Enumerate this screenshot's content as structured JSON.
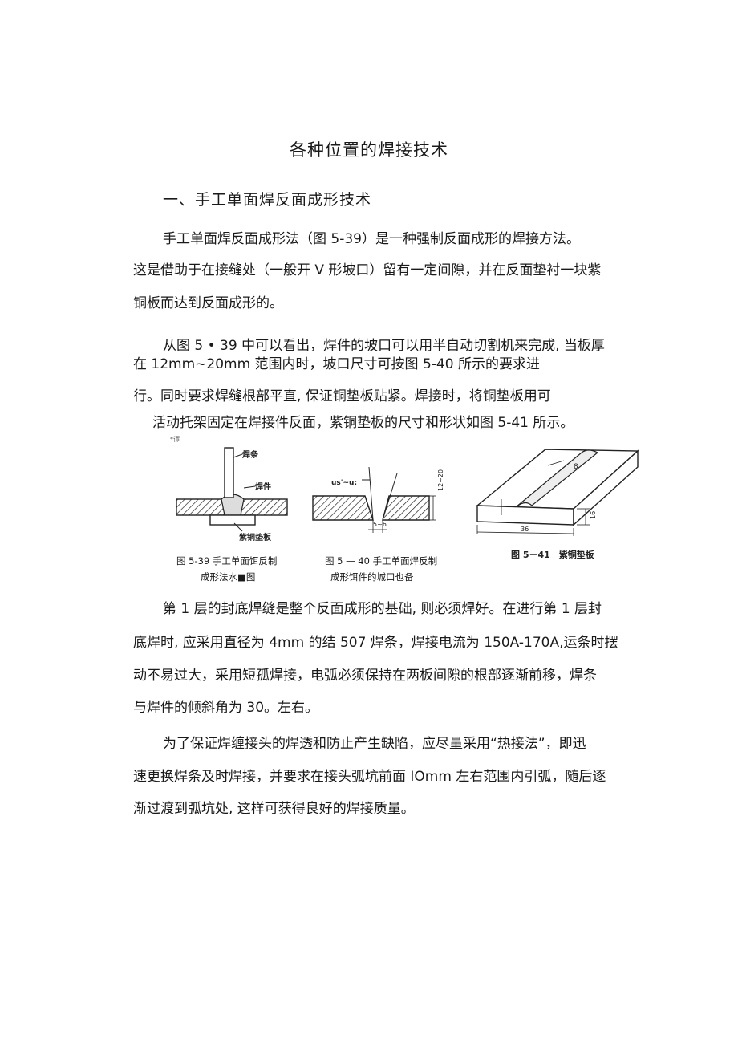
{
  "document": {
    "title": "各种位置的焊接技术",
    "section1_heading": "一、手工单面焊反面成形技术",
    "para1": [
      "手工单面焊反面成形法（图 5-39）是一种强制反面成形的焊接方法。",
      "这是借助于在接缝处（一般开 V 形坡口）留有一定间隙，并在反面垫衬一块紫",
      "铜板而达到反面成形的。"
    ],
    "para2": [
      "从图 5 • 39 中可以看出，焊件的坡口可以用半自动切割机来完成, 当板厚",
      "在 12mm~20mm 范围内时，坡口尺寸可按图 5-40 所示的要求进",
      "行。同时要求焊缝根部平直, 保证铜垫板贴紧。焊接时，将铜垫板用可",
      "活动托架固定在焊接件反面，紫铜垫板的尺寸和形状如图 5-41 所示。"
    ],
    "para3": [
      "第 1 层的封底焊缝是整个反面成形的基础, 则必须焊好。在进行第 1 层封",
      "底焊时, 应采用直径为 4mm 的结 507 焊条，焊接电流为 150A-170A,运条时摆",
      "动不易过大，采用短孤焊接，电弧必须保持在两板间隙的根部逐渐前移，焊条",
      "与焊件的倾斜角为 30。左右。"
    ],
    "para4": [
      "为了保证焊缠接头的焊透和防止产生缺陷，应尽量采用“热接法”，即迅",
      "速更换焊条及时焊接，并要求在接头弧坑前面 IOmm 左右范围内引弧，随后逐",
      "渐过渡到弧坑处, 这样可获得良好的焊接质量。"
    ]
  },
  "figures": {
    "fig1": {
      "mark": "*谭",
      "label_electrode": "焊条",
      "label_workpiece": "焊件",
      "label_backing": "紫铜垫板",
      "caption_line1": "图 5-39 手工单面饵反制",
      "caption_line2": "成形法水■图"
    },
    "fig2": {
      "label_angle": "us'~u:",
      "label_thickness": "12~20",
      "label_gap": "5~6",
      "caption_line1": "图 5 — 40 手工单面焊反制",
      "caption_line2": "成形饵件的城口也备"
    },
    "fig3": {
      "label_groove": "8",
      "label_height": "16",
      "label_width": "36",
      "caption": "图 5－41　紫铜垫板"
    }
  }
}
